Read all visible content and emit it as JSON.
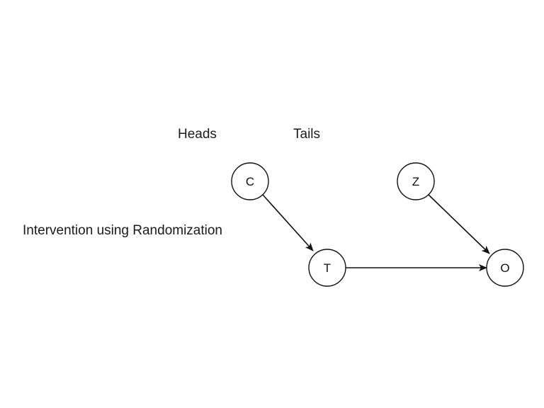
{
  "labels": {
    "heads": "Heads",
    "tails": "Tails",
    "intervention": "Intervention using Randomization"
  },
  "nodes": {
    "c": "C",
    "z": "Z",
    "t": "T",
    "o": "O"
  },
  "edges": [
    {
      "from": "C",
      "to": "T"
    },
    {
      "from": "T",
      "to": "O"
    },
    {
      "from": "Z",
      "to": "O"
    }
  ]
}
